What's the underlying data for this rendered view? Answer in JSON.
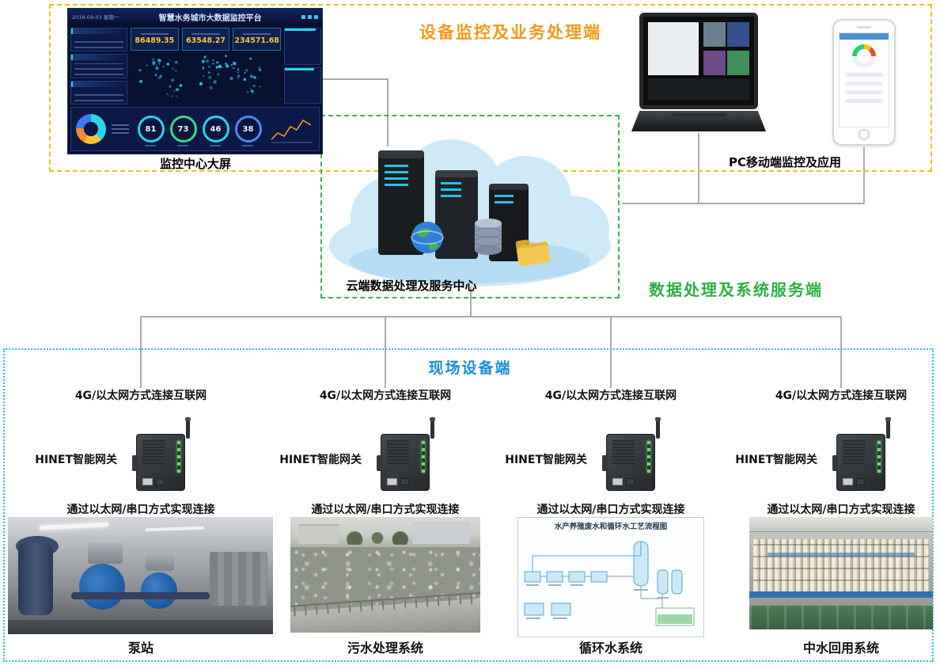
{
  "zones": {
    "monitor": {
      "title": "设备监控及业务处理端"
    },
    "service": {
      "side_label": "数据处理及系统服务端"
    },
    "field": {
      "title": "现场设备端"
    }
  },
  "dashboard": {
    "caption": "监控中心大屏",
    "screen_title": "智慧水务城市大数据监控平台",
    "header_date": "2018-09-03 星期一",
    "stats": [
      {
        "value": "86489.35"
      },
      {
        "value": "63548.27"
      },
      {
        "value": "234571.68"
      }
    ],
    "gauges": [
      {
        "value": "81"
      },
      {
        "value": "73"
      },
      {
        "value": "46"
      },
      {
        "value": "38"
      }
    ]
  },
  "cloud": {
    "caption": "云端数据处理及服务中心"
  },
  "pc_mobile": {
    "caption": "PC移动端监控及应用"
  },
  "sites": [
    {
      "uplink": "4G/以太网方式连接互联网",
      "gateway": "HINET智能网关",
      "downlink": "通过以太网/串口方式实现连接",
      "name": "泵站"
    },
    {
      "uplink": "4G/以太网方式连接互联网",
      "gateway": "HINET智能网关",
      "downlink": "通过以太网/串口方式实现连接",
      "name": "污水处理系统"
    },
    {
      "uplink": "4G/以太网方式连接互联网",
      "gateway": "HINET智能网关",
      "downlink": "通过以太网/串口方式实现连接",
      "name": "循环水系统"
    },
    {
      "uplink": "4G/以太网方式连接互联网",
      "gateway": "HINET智能网关",
      "downlink": "通过以太网/串口方式实现连接",
      "name": "中水回用系统"
    }
  ],
  "flow_diagram": {
    "title": "水产养殖废水和循环水工艺流程图"
  },
  "colors": {
    "monitor_zone_border": "#e7c31b",
    "monitor_zone_title": "#f29b1d",
    "service_zone_border": "#3cb054",
    "service_zone_title": "#2fae47",
    "field_zone_border": "#35b8ea",
    "field_zone_title": "#1d8fd6",
    "connector_line": "#8f8f8f",
    "stat_value": "#f7c53d",
    "gauge_ring": "#2ad4e8"
  }
}
